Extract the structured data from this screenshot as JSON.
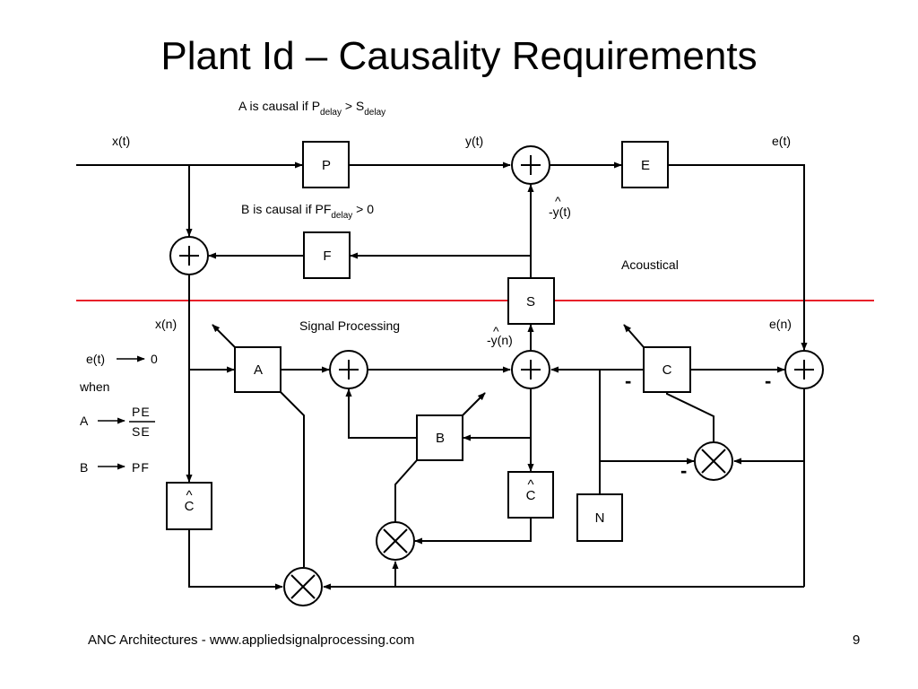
{
  "title": "Plant Id – Causality Requirements",
  "notes": {
    "a_causal": {
      "prefix": "A is causal if P",
      "sub1": "delay",
      "mid": " > S",
      "sub2": "delay"
    },
    "b_causal": {
      "prefix": "B is causal if PF",
      "sub1": "delay",
      "mid": " > 0"
    }
  },
  "signals": {
    "x_t": "x(t)",
    "y_t": "y(t)",
    "e_t": "e(t)",
    "x_n": "x(n)",
    "e_n": "e(n)",
    "yhat_t": "-y(t)",
    "yhat_n": "-y(n)",
    "hat": "^"
  },
  "regions": {
    "acoustical": "Acoustical",
    "signal_processing": "Signal Processing"
  },
  "blocks": {
    "P": "P",
    "E": "E",
    "F": "F",
    "S": "S",
    "A": "A",
    "B": "B",
    "C": "C",
    "Chat1": "C",
    "Chat2": "C",
    "N": "N"
  },
  "sidebar": {
    "e_t": "e(t)",
    "zero": "0",
    "when": "when",
    "A": "A",
    "A_num": "PE",
    "A_den": "SE",
    "B": "B",
    "B_val": "PF"
  },
  "minus": "-",
  "colors": {
    "boundary": "#e8202a",
    "line": "#000000"
  },
  "footer": {
    "left": "ANC Architectures  - www.appliedsignalprocessing.com",
    "page": "9"
  }
}
